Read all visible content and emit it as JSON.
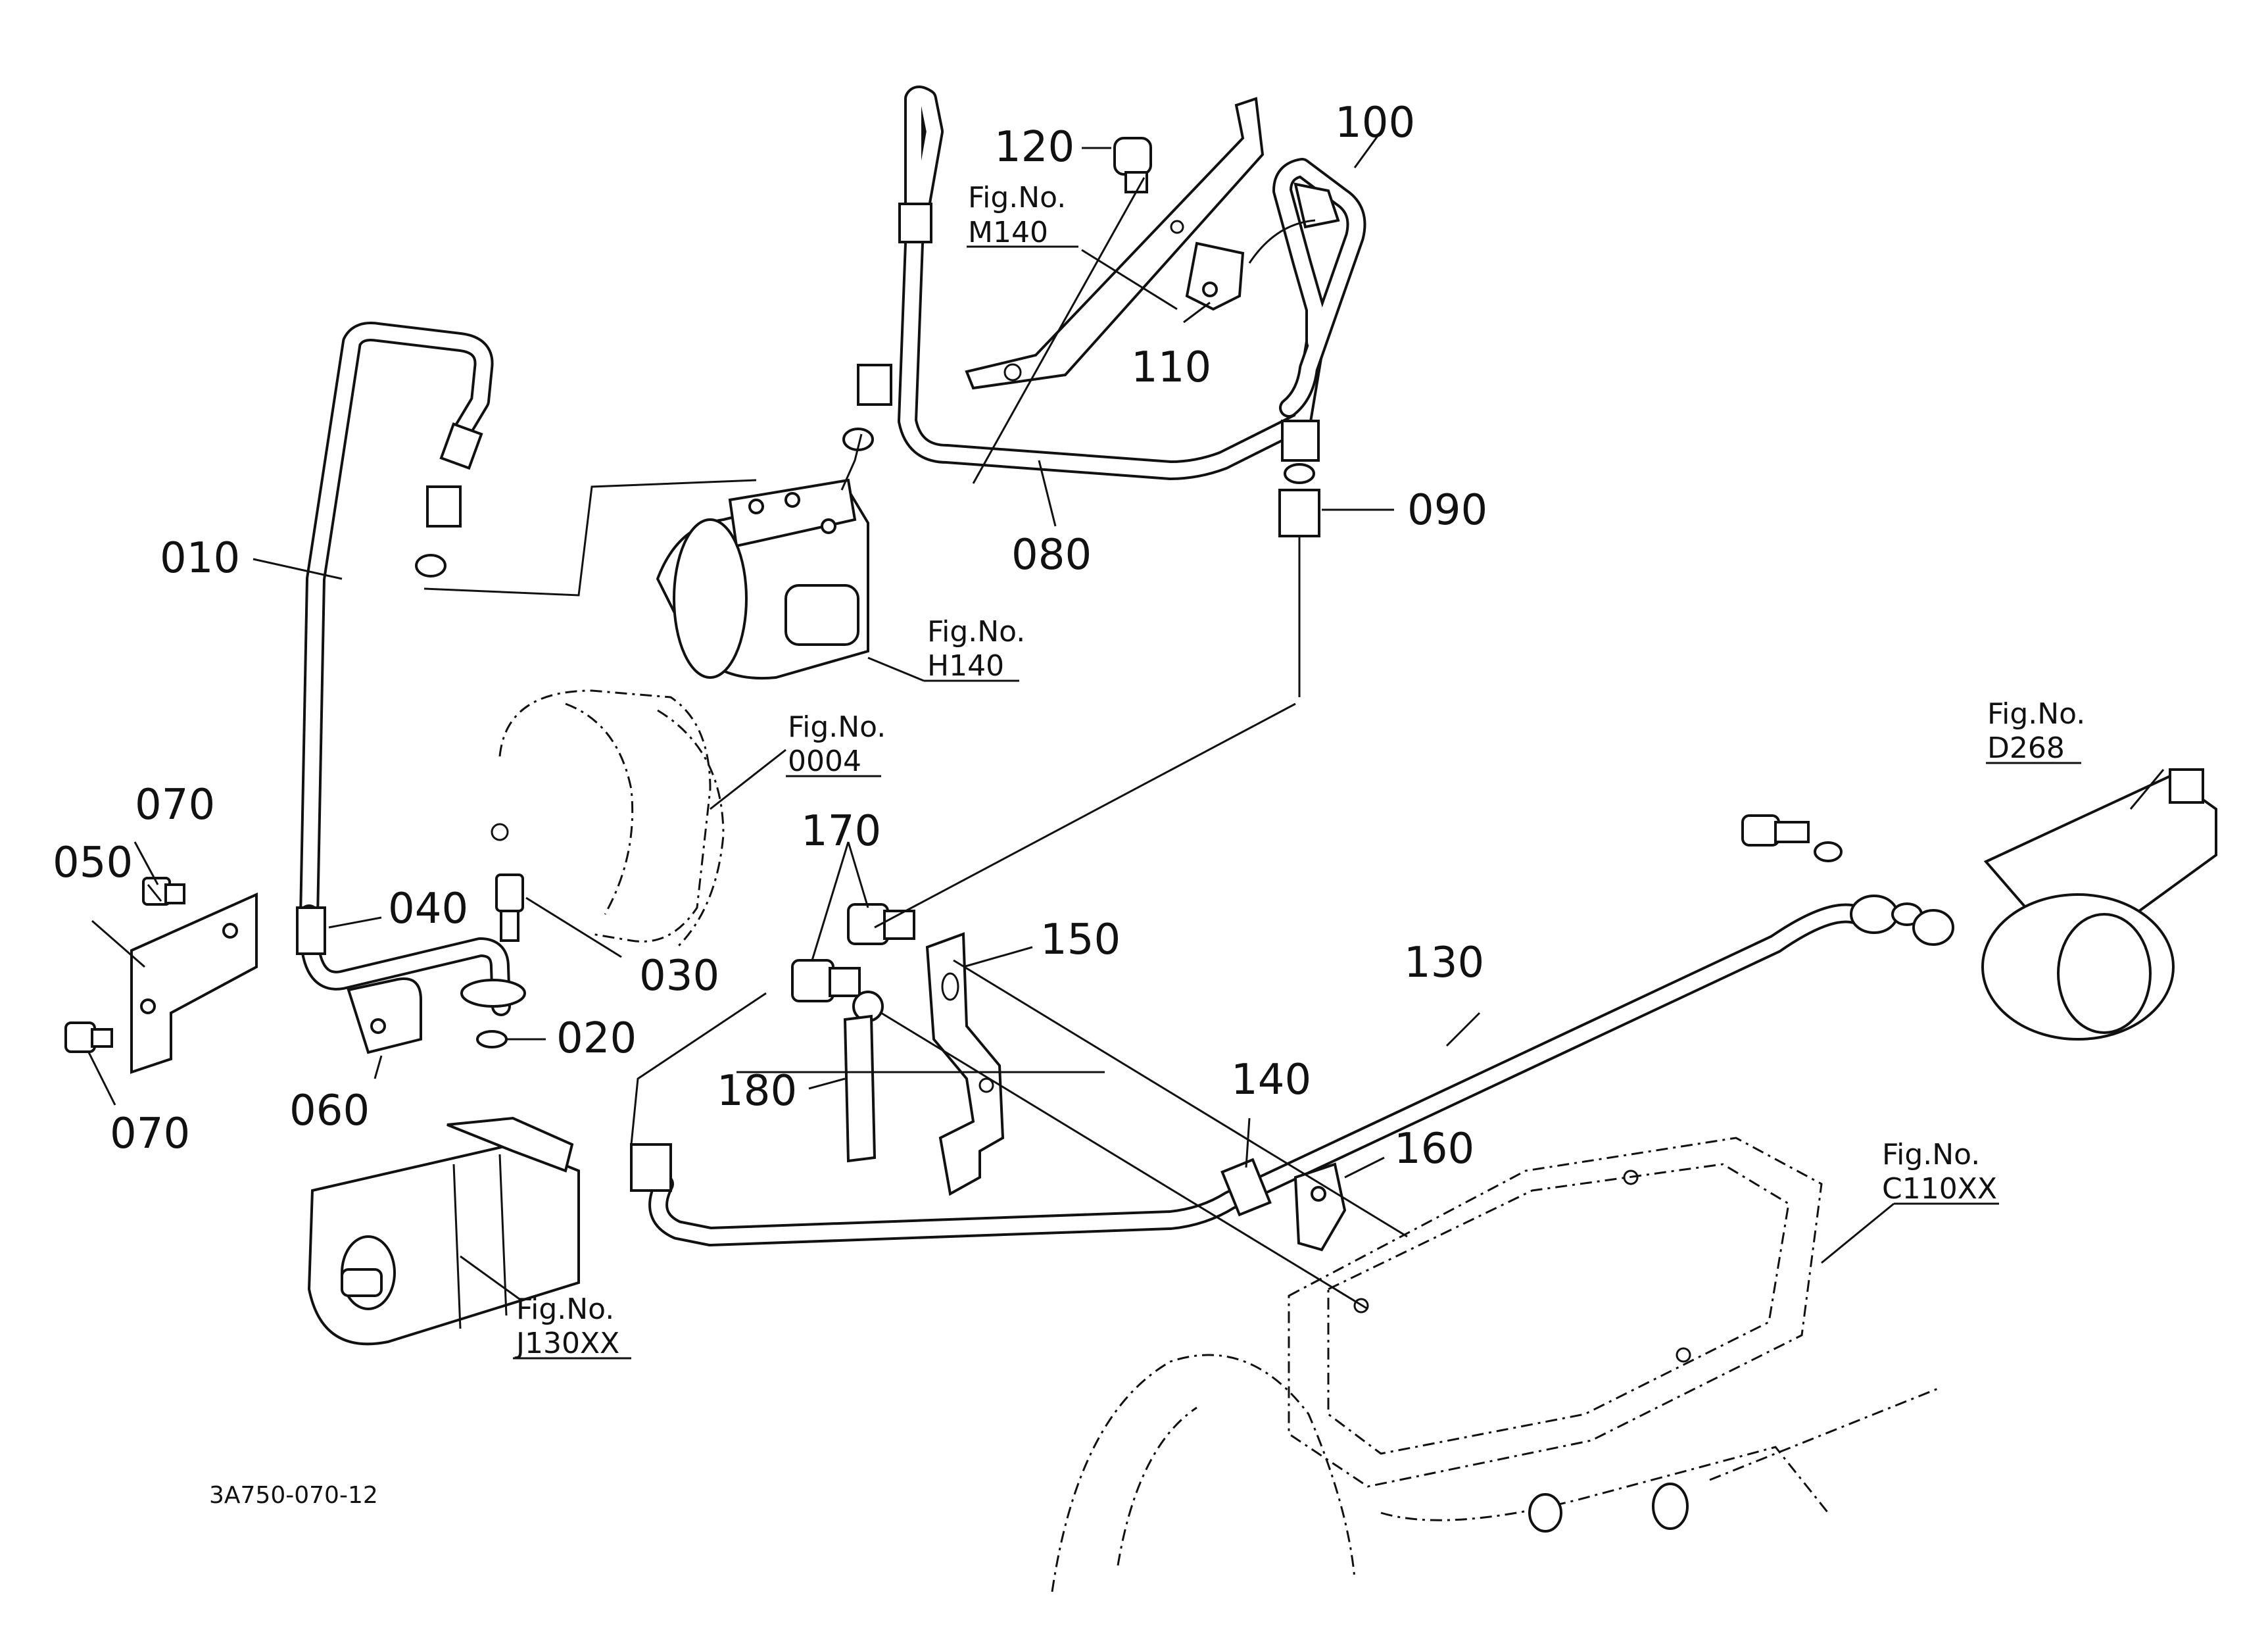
{
  "callouts": {
    "c010": "010",
    "c020": "020",
    "c030": "030",
    "c040": "040",
    "c050": "050",
    "c060": "060",
    "c070a": "070",
    "c070b": "070",
    "c080": "080",
    "c090": "090",
    "c100": "100",
    "c110": "110",
    "c120": "120",
    "c130": "130",
    "c140": "140",
    "c150": "150",
    "c160": "160",
    "c170": "170",
    "c180": "180"
  },
  "figure_refs": {
    "m140": {
      "label": "Fig.No.",
      "code": "M140"
    },
    "h140": {
      "label": "Fig.No.",
      "code": "H140"
    },
    "f0004": {
      "label": "Fig.No.",
      "code": "0004"
    },
    "d268": {
      "label": "Fig.No.",
      "code": "D268"
    },
    "c110xx": {
      "label": "Fig.No.",
      "code": "C110XX"
    },
    "j130xx": {
      "label": "Fig.No.",
      "code": "J130XX"
    }
  },
  "diagram_code": "3A750-070-12"
}
